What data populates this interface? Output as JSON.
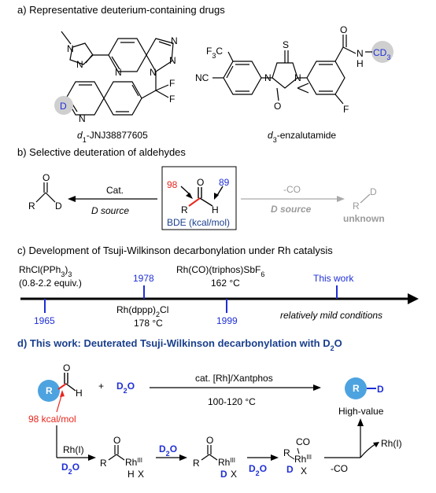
{
  "section_a": {
    "title": "a) Representative deuterium-containing drugs",
    "drug1": {
      "name_prefix": "d",
      "name_sub": "1",
      "name_rest": "-JNJ38877605",
      "atoms": {
        "N": "N",
        "F": "F",
        "D": "D"
      }
    },
    "drug2": {
      "name_prefix": "d",
      "name_sub": "3",
      "name_rest": "-enzalutamide",
      "atoms": {
        "F3C": "F",
        "F3C_sub": "3",
        "F3C_c": "C",
        "NC": "NC",
        "S": "S",
        "O": "O",
        "N": "N",
        "H": "H",
        "F": "F",
        "CD3": "CD",
        "CD3_sub": "3"
      }
    }
  },
  "section_b": {
    "title": "b) Selective deuteration of aldehydes",
    "left_arrow_label_top": "Cat.",
    "left_arrow_label_bottom": "D source",
    "box_value_left": "98",
    "box_value_right": "89",
    "box_caption": "BDE (kcal/mol)",
    "right_arrow_label_top": "-CO",
    "right_arrow_label_bottom": "D source",
    "right_product_caption": "unknown",
    "atoms": {
      "O": "O",
      "R": "R",
      "D": "D",
      "H": "H"
    }
  },
  "section_c": {
    "title": "c) Development of Tsuji-Wilkinson decarbonylation under Rh catalysis",
    "above": [
      {
        "line1": "RhCl(PPh",
        "sub": "3",
        "line1_end": ")",
        "sub2": "3",
        "line2": "(0.8-2.2 equiv.)"
      },
      {
        "year": "1978"
      },
      {
        "line1": "Rh(CO)(triphos)SbF",
        "sub": "6",
        "line2": "162 °C"
      },
      {
        "label": "This work"
      }
    ],
    "below": [
      {
        "year": "1965"
      },
      {
        "line1": "Rh(dppp)",
        "sub": "2",
        "line1_end": "Cl",
        "line2": "178 °C"
      },
      {
        "year": "1999"
      },
      {
        "label": "relatively mild conditions"
      }
    ]
  },
  "section_d": {
    "title_pre": "d) This work: Deuterated Tsuji-Wilkinson decarbonylation with D",
    "title_sub": "2",
    "title_post": "O",
    "reagent_plus": "+",
    "reagent": "D",
    "reagent_sub": "2",
    "reagent_post": "O",
    "arrow_top": "cat. [Rh]/Xantphos",
    "arrow_bottom": "100-120 °C",
    "bde_label": "98 kcal/mol",
    "product_caption": "High-value",
    "cycle": {
      "step1_top": "Rh(I)",
      "step1_bottom": "D",
      "step1_bottom_sub": "2",
      "step1_bottom_post": "O",
      "step2": "D",
      "step2_sub": "2",
      "step2_post": "O",
      "step3": "D",
      "step3_sub": "2",
      "step3_post": "O",
      "step4": "-CO",
      "release": "Rh(I)",
      "rh": "Rh",
      "rh_ox": "III",
      "x": "X",
      "h": "H",
      "d": "D",
      "co": "CO",
      "r": "R",
      "o": "O"
    }
  }
}
